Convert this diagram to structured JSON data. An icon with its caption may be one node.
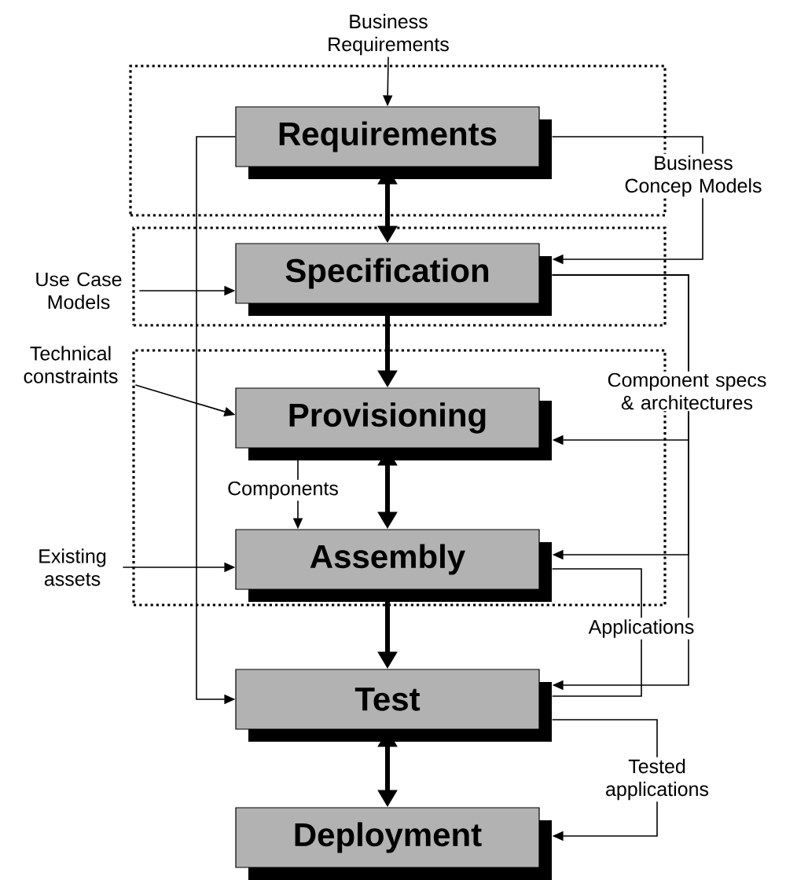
{
  "diagram": {
    "nodes": [
      {
        "text": [
          "Business Requirements"
        ]
      },
      {
        "text": [],
        "shape": "box"
      },
      {
        "text": [
          "Requirements"
        ],
        "in": 1
      },
      {
        "text": [
          "Use Case Models"
        ]
      },
      {
        "text": [],
        "shape": "box"
      },
      {
        "text": [
          "Specification"
        ],
        "in": 4
      },
      {
        "text": [
          "Technical constraints"
        ]
      },
      {
        "text": [],
        "shape": "box"
      },
      {
        "text": [
          "Provisioning"
        ],
        "in": 7
      },
      {
        "text": [
          "Existing assets"
        ]
      },
      {
        "text": [
          "Assembly"
        ],
        "in": 7
      },
      {
        "text": [
          "Test"
        ]
      },
      {
        "text": [
          "Deployment"
        ]
      }
    ],
    "edges": [
      {
        "from": 0,
        "to": 2,
        "arrow": "to"
      },
      {
        "from": 2,
        "to": 5,
        "arrow": "both",
        "style": "thick"
      },
      {
        "from": 2,
        "to": 5,
        "arrow": "to",
        "label": "Business Concep Models"
      },
      {
        "from": 3,
        "to": 5,
        "arrow": "to"
      },
      {
        "from": 5,
        "to": 8,
        "arrow": "to",
        "style": "thick"
      },
      {
        "from": 5,
        "to": 8,
        "arrow": "to",
        "label": "Component specs & architectures"
      },
      {
        "from": 5,
        "to": 10,
        "arrow": "to"
      },
      {
        "from": 5,
        "to": 11,
        "arrow": "to"
      },
      {
        "from": 6,
        "to": 8,
        "arrow": "to"
      },
      {
        "from": 8,
        "to": 10,
        "arrow": "to",
        "label": "Components"
      },
      {
        "from": 8,
        "to": 10,
        "arrow": "both",
        "style": "thick"
      },
      {
        "from": 9,
        "to": 10,
        "arrow": "to"
      },
      {
        "from": 10,
        "to": 11,
        "arrow": "to",
        "style": "thick"
      },
      {
        "from": 10,
        "to": 11,
        "arrow": "none",
        "label": "Applications"
      },
      {
        "from": 2,
        "to": 11,
        "arrow": "to"
      },
      {
        "from": 11,
        "to": 12,
        "arrow": "both",
        "style": "thick"
      },
      {
        "from": 11,
        "to": 12,
        "arrow": "to",
        "label": "Tested applications"
      }
    ]
  }
}
